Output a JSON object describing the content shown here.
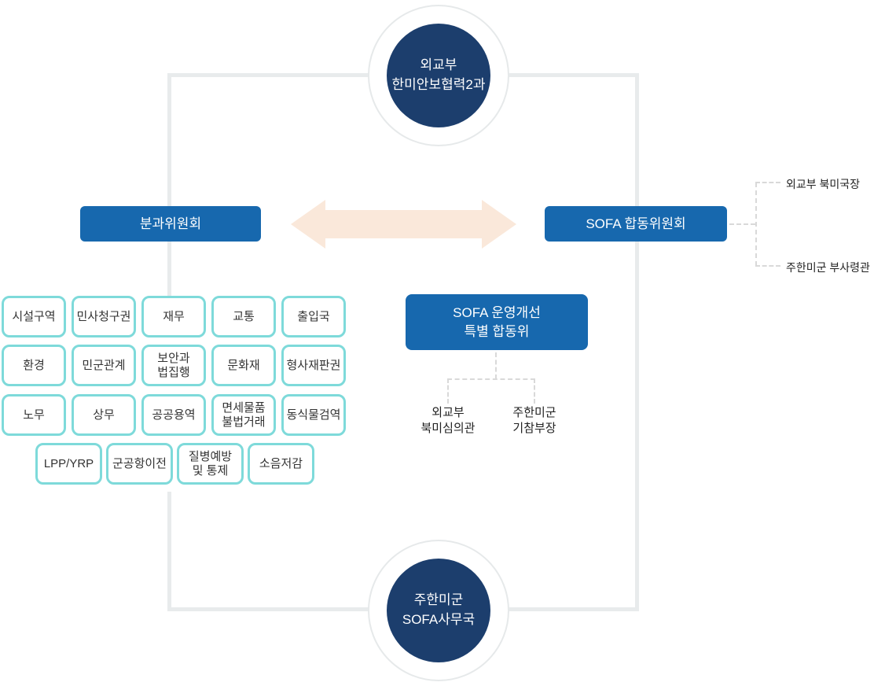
{
  "top_node": {
    "label": "외교부\n한미안보협력2과"
  },
  "bottom_node": {
    "label": "주한미군\nSOFA사무국"
  },
  "left_committee": {
    "label": "분과위원회"
  },
  "joint_committee": {
    "label": "SOFA 합동위원회",
    "heads": [
      "외교부 북미국장",
      "주한미군 부사령관"
    ]
  },
  "special_committee": {
    "label": "SOFA 운영개선\n특별 합동위",
    "chairs": [
      "외교부\n북미심의관",
      "주한미군\n기참부장"
    ]
  },
  "subcommittees": {
    "row1": [
      "시설구역",
      "민사청구권",
      "재무",
      "교통",
      "출입국"
    ],
    "row2": [
      "환경",
      "민군관계",
      "보안과\n법집행",
      "문화재",
      "형사재판권"
    ],
    "row3": [
      "노무",
      "상무",
      "공공용역",
      "면세물품\n불법거래",
      "동식물검역"
    ],
    "row4": [
      "LPP/YRP",
      "군공항이전",
      "질병예방\n및 통제",
      "소음저감"
    ]
  },
  "colors": {
    "navy": "#1c3e6d",
    "blue": "#1768ae",
    "teal_border": "#7edada",
    "arrow_peach": "#fae8da",
    "connector_gray": "#e8ebec",
    "dash_gray": "#d9d9d9",
    "text_dark": "#333333"
  }
}
